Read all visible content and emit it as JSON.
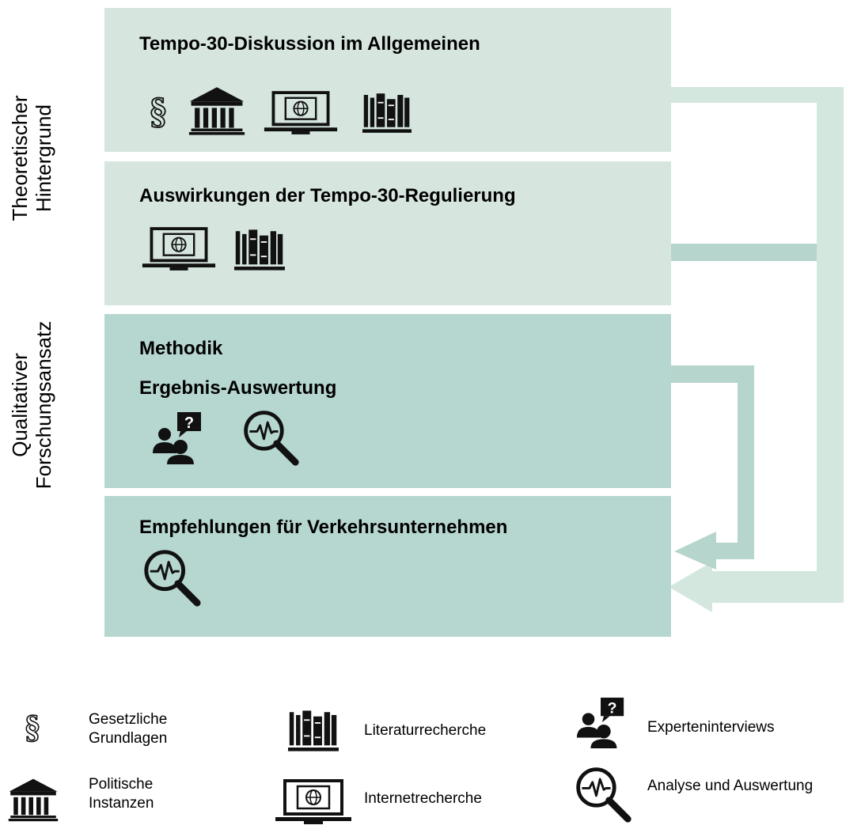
{
  "colors": {
    "light_box": "#d6e6df",
    "dark_box": "#b6d6d0",
    "arrow_light": "#d4e7df",
    "arrow_dark": "#b5d5cd",
    "icon": "#111111"
  },
  "side_labels": {
    "theoretical": [
      "Theoretischer",
      "Hintergrund"
    ],
    "qualitative": [
      "Qualitativer",
      "Forschungsansatz"
    ]
  },
  "boxes": [
    {
      "title": "Tempo-30-Diskussion im Allgemeinen",
      "icons": [
        "paragraph-icon",
        "institution-icon",
        "laptop-globe-icon",
        "books-icon"
      ]
    },
    {
      "title": "Auswirkungen der Tempo-30-Regulierung",
      "icons": [
        "laptop-globe-icon",
        "books-icon"
      ]
    },
    {
      "title": "Methodik",
      "title2": "Ergebnis-Auswertung",
      "icons": [
        "expert-interview-icon",
        "analysis-icon"
      ]
    },
    {
      "title": "Empfehlungen für Verkehrsunternehmen",
      "icons": [
        "analysis-icon"
      ]
    }
  ],
  "legend": [
    {
      "icon": "paragraph-icon",
      "lines": [
        "Gesetzliche",
        "Grundlagen"
      ]
    },
    {
      "icon": "institution-icon",
      "lines": [
        "Politische",
        "Instanzen"
      ]
    },
    {
      "icon": "books-icon",
      "lines": [
        "Literaturrecherche"
      ]
    },
    {
      "icon": "laptop-globe-icon",
      "lines": [
        "Internetrecherche"
      ]
    },
    {
      "icon": "expert-interview-icon",
      "lines": [
        "Experteninterviews"
      ]
    },
    {
      "icon": "analysis-icon",
      "lines": [
        "Analyse und Auswertung"
      ]
    }
  ]
}
